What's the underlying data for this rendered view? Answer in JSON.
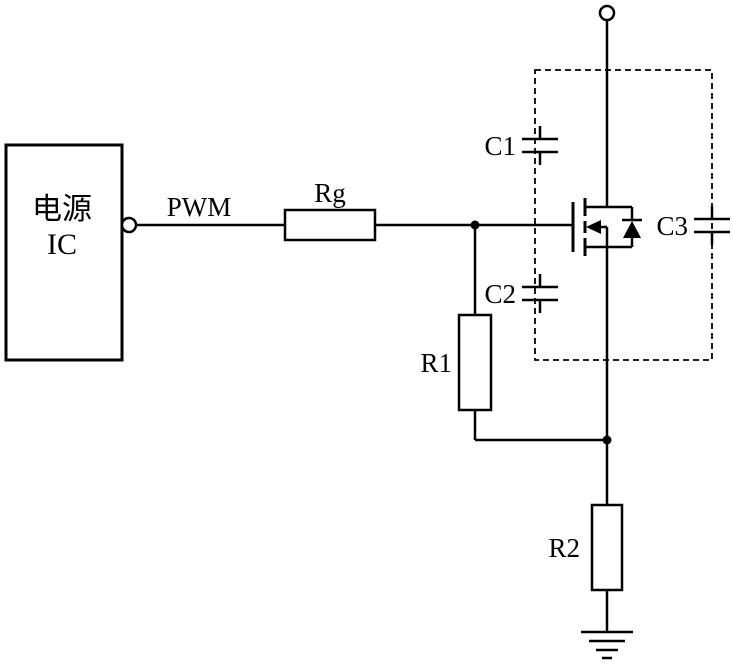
{
  "diagram": {
    "kind": "circuit-schematic",
    "colors": {
      "line": "#000000",
      "background": "#ffffff"
    }
  },
  "labels": {
    "ic_line1": "电源",
    "ic_line2": "IC",
    "pwm": "PWM",
    "rg": "Rg",
    "r1": "R1",
    "r2": "R2",
    "c1": "C1",
    "c2": "C2",
    "c3": "C3"
  },
  "components": [
    {
      "name": "power-ic",
      "type": "block",
      "label": "电源 IC"
    },
    {
      "name": "pwm-signal",
      "type": "signal-label",
      "label": "PWM"
    },
    {
      "name": "gate-resistor",
      "type": "resistor",
      "label": "Rg"
    },
    {
      "name": "resistor-r1",
      "type": "resistor",
      "label": "R1"
    },
    {
      "name": "resistor-r2",
      "type": "resistor",
      "label": "R2"
    },
    {
      "name": "capacitor-c1",
      "type": "capacitor",
      "label": "C1"
    },
    {
      "name": "capacitor-c2",
      "type": "capacitor",
      "label": "C2"
    },
    {
      "name": "capacitor-c3",
      "type": "capacitor",
      "label": "C3"
    },
    {
      "name": "mosfet",
      "type": "n-channel-mosfet-with-body-diode",
      "label": ""
    },
    {
      "name": "dashed-outline",
      "type": "parasitic-capacitance-boundary",
      "label": ""
    },
    {
      "name": "top-terminal",
      "type": "terminal",
      "label": ""
    },
    {
      "name": "ground",
      "type": "ground-symbol",
      "label": ""
    }
  ]
}
